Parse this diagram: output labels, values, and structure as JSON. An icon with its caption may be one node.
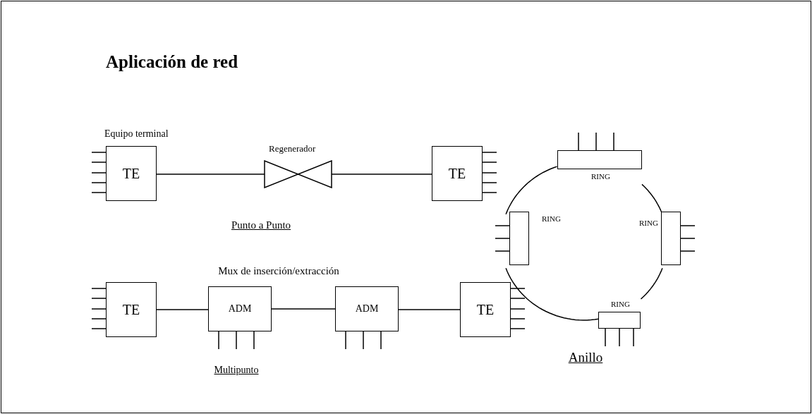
{
  "diagram": {
    "title": "Aplicación de red",
    "nodes": [
      {
        "text": [
          "TE"
        ],
        "beside": [
          "Equipo terminal"
        ]
      },
      {
        "text": [
          "Regenerador"
        ]
      },
      {
        "text": [
          "TE"
        ]
      },
      {
        "text": [
          "TE"
        ]
      },
      {
        "text": [
          "ADM"
        ]
      },
      {
        "text": [
          "ADM"
        ]
      },
      {
        "text": [
          "TE"
        ]
      },
      {
        "text": [
          "RING"
        ]
      },
      {
        "text": [
          "RING"
        ]
      },
      {
        "text": [
          "RING"
        ]
      },
      {
        "text": [
          "RING"
        ]
      }
    ],
    "edges": [
      {
        "from": 0,
        "to": 1,
        "arrow": "none"
      },
      {
        "from": 1,
        "to": 2,
        "arrow": "none"
      },
      {
        "from": 3,
        "to": 4,
        "arrow": "none"
      },
      {
        "from": 4,
        "to": 5,
        "arrow": "none"
      },
      {
        "from": 5,
        "to": 6,
        "arrow": "none"
      },
      {
        "from": 7,
        "to": 9,
        "arrow": "none"
      },
      {
        "from": 9,
        "to": 10,
        "arrow": "none"
      },
      {
        "from": 10,
        "to": 8,
        "arrow": "none"
      },
      {
        "from": 8,
        "to": 7,
        "arrow": "none"
      },
      {
        "from": null,
        "to": 0,
        "arrow": "none"
      },
      {
        "from": null,
        "to": 0,
        "arrow": "none"
      },
      {
        "from": null,
        "to": 0,
        "arrow": "none"
      },
      {
        "from": null,
        "to": 0,
        "arrow": "none"
      },
      {
        "from": null,
        "to": 0,
        "arrow": "none"
      },
      {
        "from": 2,
        "to": null,
        "arrow": "none"
      },
      {
        "from": 2,
        "to": null,
        "arrow": "none"
      },
      {
        "from": 2,
        "to": null,
        "arrow": "none"
      },
      {
        "from": 2,
        "to": null,
        "arrow": "none"
      },
      {
        "from": 2,
        "to": null,
        "arrow": "none"
      },
      {
        "from": null,
        "to": 3,
        "arrow": "none"
      },
      {
        "from": null,
        "to": 3,
        "arrow": "none"
      },
      {
        "from": null,
        "to": 3,
        "arrow": "none"
      },
      {
        "from": null,
        "to": 3,
        "arrow": "none"
      },
      {
        "from": null,
        "to": 3,
        "arrow": "none"
      },
      {
        "from": 4,
        "to": null,
        "arrow": "none"
      },
      {
        "from": 4,
        "to": null,
        "arrow": "none"
      },
      {
        "from": 4,
        "to": null,
        "arrow": "none"
      },
      {
        "from": 5,
        "to": null,
        "arrow": "none"
      },
      {
        "from": 5,
        "to": null,
        "arrow": "none"
      },
      {
        "from": 5,
        "to": null,
        "arrow": "none"
      },
      {
        "from": 6,
        "to": null,
        "arrow": "none"
      },
      {
        "from": 6,
        "to": null,
        "arrow": "none"
      },
      {
        "from": 6,
        "to": null,
        "arrow": "none"
      },
      {
        "from": 6,
        "to": null,
        "arrow": "none"
      },
      {
        "from": 6,
        "to": null,
        "arrow": "none"
      },
      {
        "from": 7,
        "to": null,
        "arrow": "none"
      },
      {
        "from": 7,
        "to": null,
        "arrow": "none"
      },
      {
        "from": 7,
        "to": null,
        "arrow": "none"
      },
      {
        "from": null,
        "to": 8,
        "arrow": "none"
      },
      {
        "from": null,
        "to": 8,
        "arrow": "none"
      },
      {
        "from": null,
        "to": 8,
        "arrow": "none"
      },
      {
        "from": 9,
        "to": null,
        "arrow": "none"
      },
      {
        "from": 9,
        "to": null,
        "arrow": "none"
      },
      {
        "from": 9,
        "to": null,
        "arrow": "none"
      },
      {
        "from": 10,
        "to": null,
        "arrow": "none"
      },
      {
        "from": 10,
        "to": null,
        "arrow": "none"
      },
      {
        "from": 10,
        "to": null,
        "arrow": "none"
      }
    ],
    "labels": [
      "Punto a Punto",
      "Mux de inserción/extracción",
      "Multipunto",
      "Anillo"
    ]
  }
}
